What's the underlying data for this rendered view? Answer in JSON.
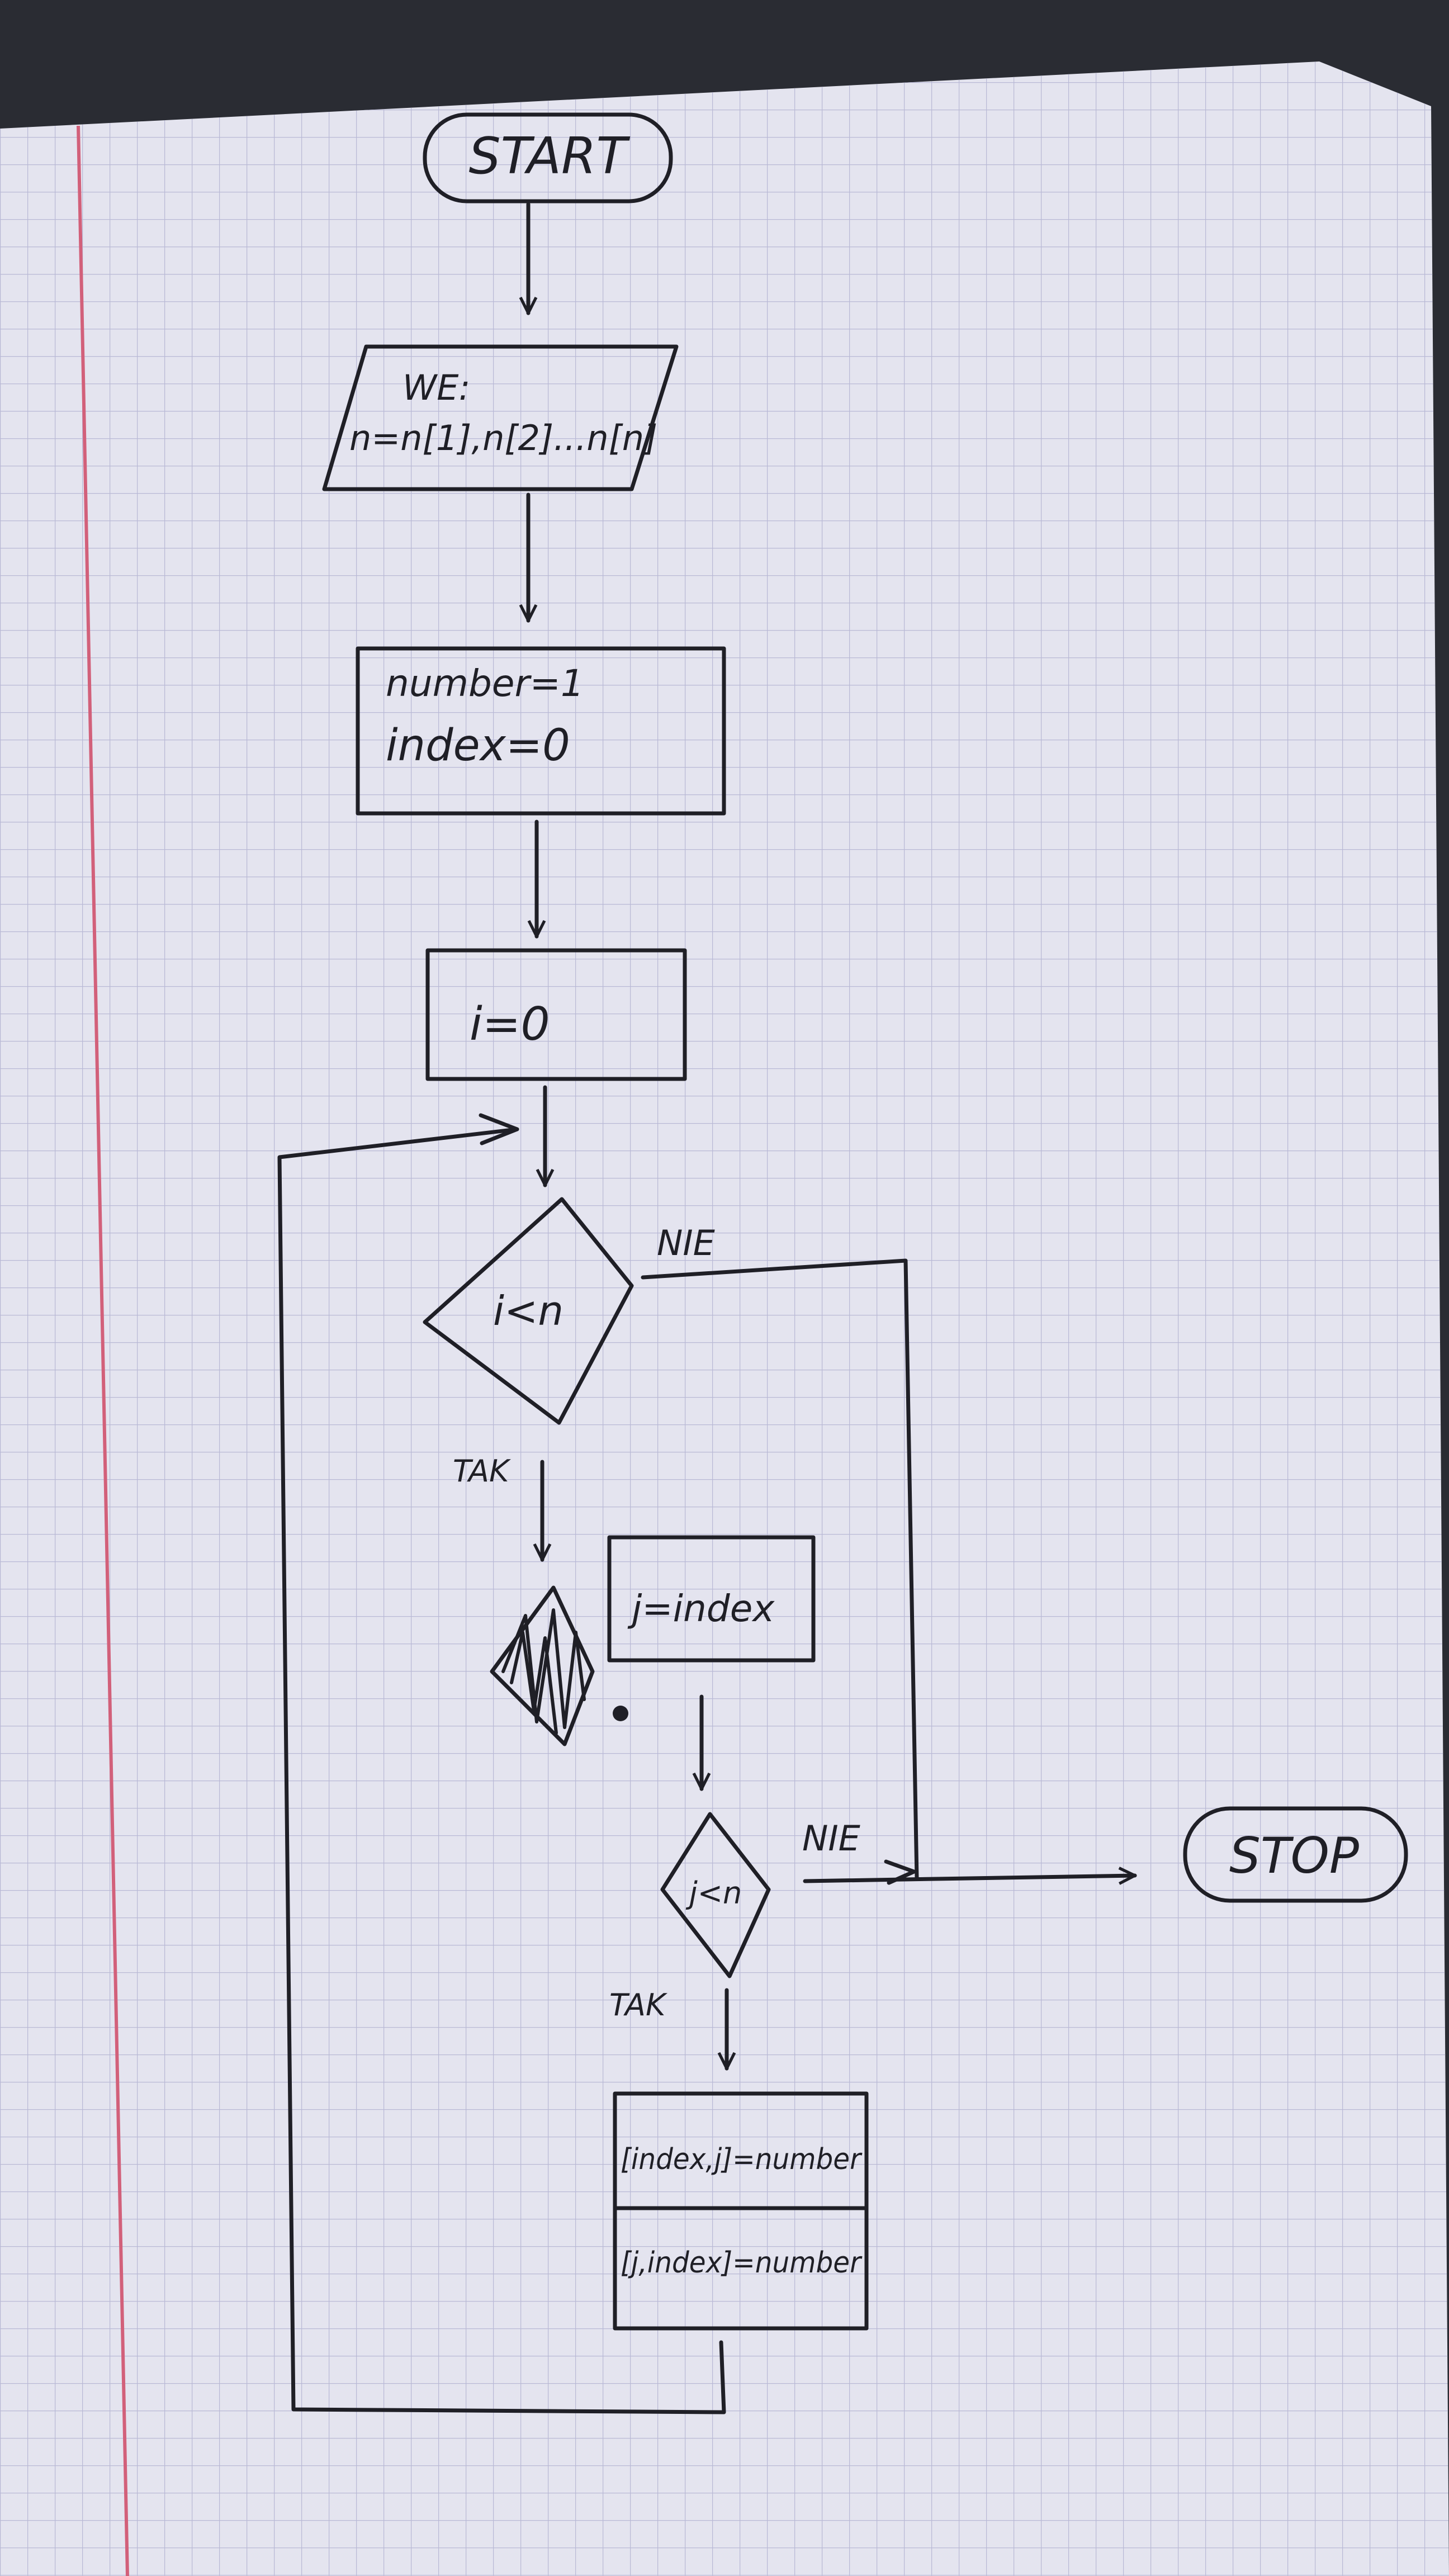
{
  "flowchart": {
    "start": "START",
    "stop": "STOP",
    "input_title": "WE:",
    "input_body": "n=n[1],n[2]...n[n]",
    "init_number": "number=1",
    "init_index": "index=0",
    "init_i": "i=0",
    "cond_outer": "i<n",
    "cond_inner": "j<n",
    "assign_j": "j=index",
    "label_yes_outer": "TAK",
    "label_no_outer": "NIE",
    "label_yes_inner": "TAK",
    "label_no_inner": "NIE",
    "body_line1": "[index,j]=number",
    "body_line2": "[j,index]=number"
  },
  "colors": {
    "paper": "#e4e4ef",
    "grid": "#b9b9d6",
    "ink": "#1f1f26",
    "margin_line": "#d2607a",
    "background": "#2a2c33"
  }
}
